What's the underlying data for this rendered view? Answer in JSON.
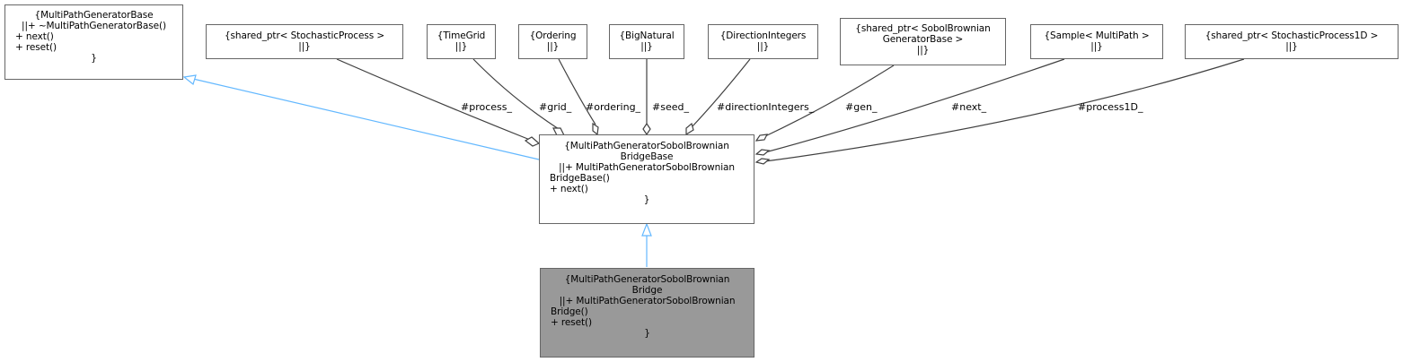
{
  "nodes": {
    "base": {
      "lines": [
        {
          "text": "{MultiPathGeneratorBase",
          "align": "c"
        },
        {
          "text": "||+ ~MultiPathGeneratorBase()",
          "align": "c"
        },
        {
          "text": "+ next()",
          "align": "l"
        },
        {
          "text": "+ reset()",
          "align": "l"
        },
        {
          "text": "}",
          "align": "c"
        }
      ]
    },
    "stochastic_process": {
      "lines": [
        {
          "text": "{shared_ptr< StochasticProcess >",
          "align": "c"
        },
        {
          "text": "||}",
          "align": "c"
        }
      ]
    },
    "time_grid": {
      "lines": [
        {
          "text": "{TimeGrid",
          "align": "c"
        },
        {
          "text": "||}",
          "align": "c"
        }
      ]
    },
    "ordering": {
      "lines": [
        {
          "text": "{Ordering",
          "align": "c"
        },
        {
          "text": "||}",
          "align": "c"
        }
      ]
    },
    "big_natural": {
      "lines": [
        {
          "text": "{BigNatural",
          "align": "c"
        },
        {
          "text": "||}",
          "align": "c"
        }
      ]
    },
    "direction_integers": {
      "lines": [
        {
          "text": "{DirectionIntegers",
          "align": "c"
        },
        {
          "text": "||}",
          "align": "c"
        }
      ]
    },
    "sobol_gen": {
      "lines": [
        {
          "text": "{shared_ptr< SobolBrownian",
          "align": "c"
        },
        {
          "text": "GeneratorBase >",
          "align": "c"
        },
        {
          "text": "||}",
          "align": "c"
        }
      ]
    },
    "sample_multipath": {
      "lines": [
        {
          "text": "{Sample< MultiPath >",
          "align": "c"
        },
        {
          "text": "||}",
          "align": "c"
        }
      ]
    },
    "stochastic_process_1d": {
      "lines": [
        {
          "text": "{shared_ptr< StochasticProcess1D >",
          "align": "c"
        },
        {
          "text": "||}",
          "align": "c"
        }
      ]
    },
    "bridge_base": {
      "lines": [
        {
          "text": "{MultiPathGeneratorSobolBrownian",
          "align": "c"
        },
        {
          "text": "BridgeBase",
          "align": "c"
        },
        {
          "text": "||+ MultiPathGeneratorSobolBrownian",
          "align": "c"
        },
        {
          "text": "BridgeBase()",
          "align": "l"
        },
        {
          "text": "+ next()",
          "align": "l"
        },
        {
          "text": "}",
          "align": "c"
        }
      ]
    },
    "bridge": {
      "lines": [
        {
          "text": "{MultiPathGeneratorSobolBrownian",
          "align": "c"
        },
        {
          "text": "Bridge",
          "align": "c"
        },
        {
          "text": "||+ MultiPathGeneratorSobolBrownian",
          "align": "c"
        },
        {
          "text": "Bridge()",
          "align": "l"
        },
        {
          "text": "+ reset()",
          "align": "l"
        },
        {
          "text": "}",
          "align": "c"
        }
      ]
    }
  },
  "edge_labels": {
    "process": "#process_",
    "grid": "#grid_",
    "ordering": "#ordering_",
    "seed": "#seed_",
    "direction_integers": "#directionIntegers_",
    "gen": "#gen_",
    "next": "#next_",
    "process1d": "#process1D_"
  },
  "colors": {
    "inheritance_edge": "#63b8ff",
    "aggregation_edge": "#404040",
    "highlight_fill": "#999999",
    "node_border": "#666666"
  }
}
